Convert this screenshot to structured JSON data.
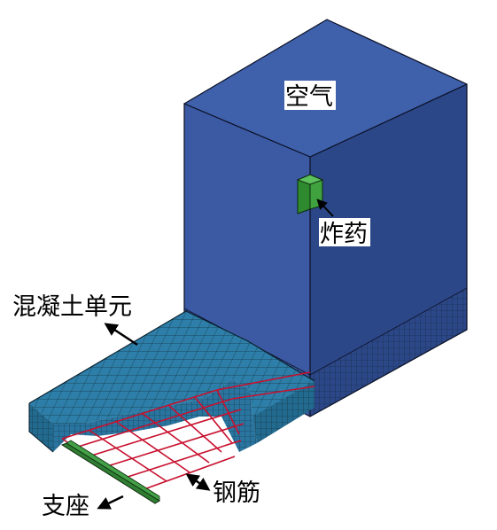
{
  "labels": {
    "air": "空气",
    "explosive": "炸药",
    "concrete_element": "混凝土单元",
    "rebar": "钢筋",
    "support": "支座"
  },
  "colors": {
    "air_front": "#3b5aa3",
    "air_top": "#3f60aa",
    "air_right": "#2c4788",
    "concrete": "#2d7ea8",
    "concrete_dark": "#236a8f",
    "mesh_line": "#0d2430",
    "rebar": "#c8102e",
    "support": "#2f7d32",
    "explosive": "#3fa23f",
    "background": "#ffffff"
  }
}
